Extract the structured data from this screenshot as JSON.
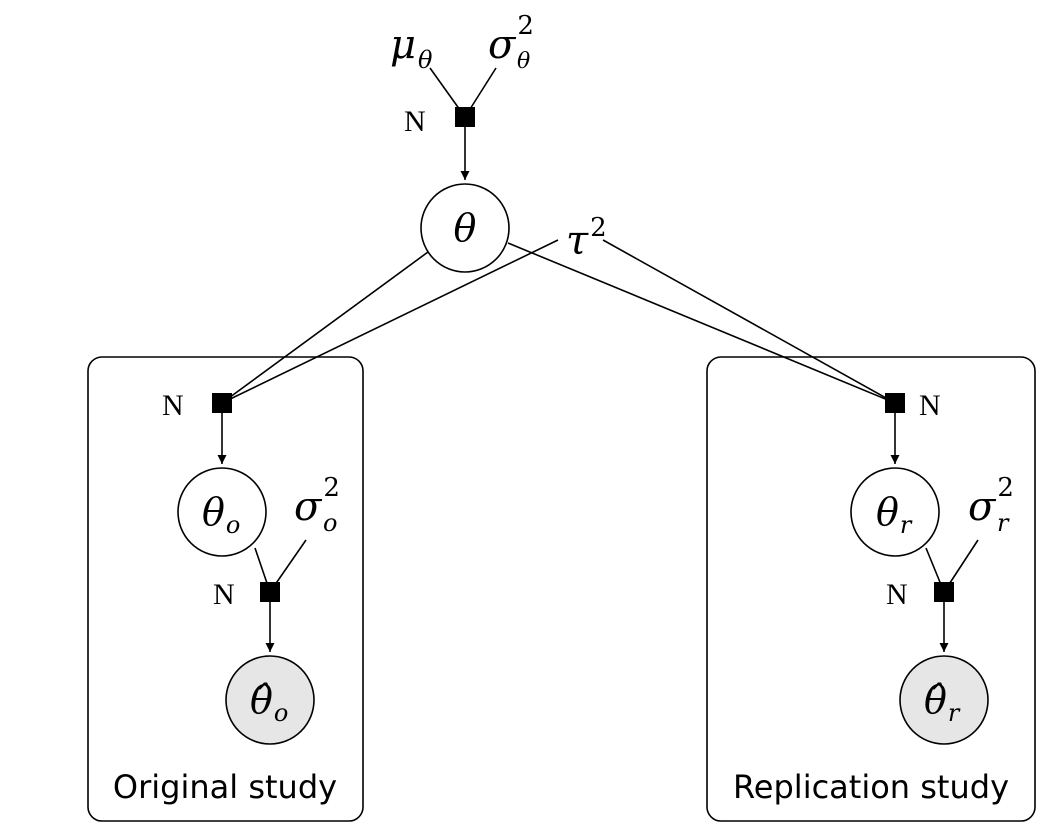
{
  "diagram": {
    "colors": {
      "line": "#000000",
      "node_fill": "#ffffff",
      "observed_fill": "#e6e6e6",
      "factor_fill": "#000000"
    },
    "hyper": {
      "mu": "μ",
      "mu_sub": "θ",
      "sigma": "σ",
      "sigma_sub": "θ",
      "sigma_sup": "2"
    },
    "theta": "θ",
    "tau": "τ",
    "tau_sup": "2",
    "factor_label": "N",
    "original": {
      "label": "Original study",
      "latent": "θ",
      "latent_sub": "o",
      "observed": "θ̂",
      "observed_sub": "o",
      "sigma": "σ",
      "sigma_sub": "o",
      "sigma_sup": "2"
    },
    "replication": {
      "label": "Replication study",
      "latent": "θ",
      "latent_sub": "r",
      "observed": "θ̂",
      "observed_sub": "r",
      "sigma": "σ",
      "sigma_sub": "r",
      "sigma_sup": "2"
    }
  }
}
